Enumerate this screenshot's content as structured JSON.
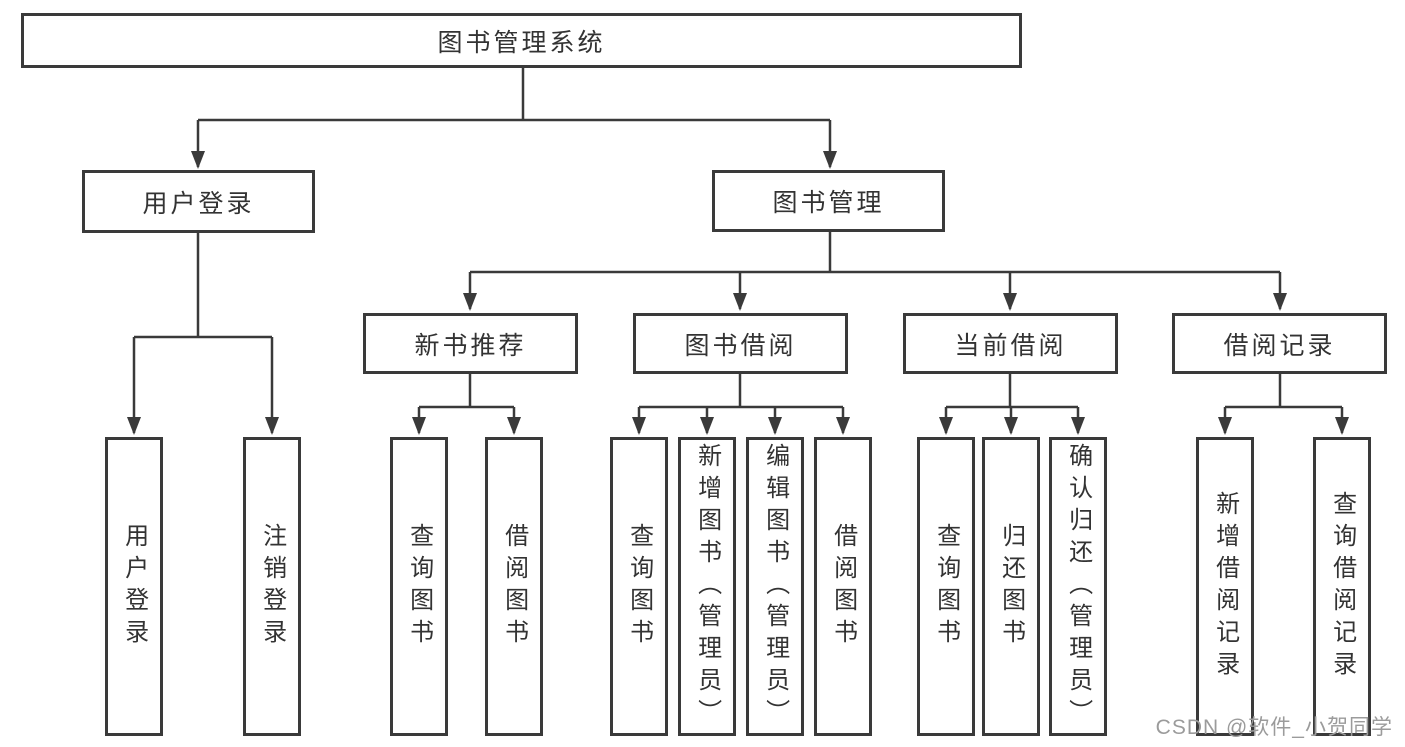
{
  "colors": {
    "line": "#3a3a3a",
    "box_border": "#3a3a3a",
    "box_background": "#ffffff",
    "text": "#333333",
    "watermark": "#9b9b9b",
    "page_background": "#ffffff"
  },
  "tree": {
    "root": {
      "label": "图书管理系统"
    },
    "branches": [
      {
        "label": "用户登录",
        "children": [
          {
            "label": "用户登录"
          },
          {
            "label": "注销登录"
          }
        ]
      },
      {
        "label": "图书管理",
        "sections": [
          {
            "label": "新书推荐",
            "children": [
              {
                "label": "查询图书"
              },
              {
                "label": "借阅图书"
              }
            ]
          },
          {
            "label": "图书借阅",
            "children": [
              {
                "label": "查询图书"
              },
              {
                "label": "新增图书（管理员）"
              },
              {
                "label": "编辑图书（管理员）"
              },
              {
                "label": "借阅图书"
              }
            ]
          },
          {
            "label": "当前借阅",
            "children": [
              {
                "label": "查询图书"
              },
              {
                "label": "归还图书"
              },
              {
                "label": "确认归还（管理员）"
              }
            ]
          },
          {
            "label": "借阅记录",
            "children": [
              {
                "label": "新增借阅记录"
              },
              {
                "label": "查询借阅记录"
              }
            ]
          }
        ]
      }
    ]
  },
  "watermark": {
    "text": "CSDN @软件_小贺同学"
  }
}
